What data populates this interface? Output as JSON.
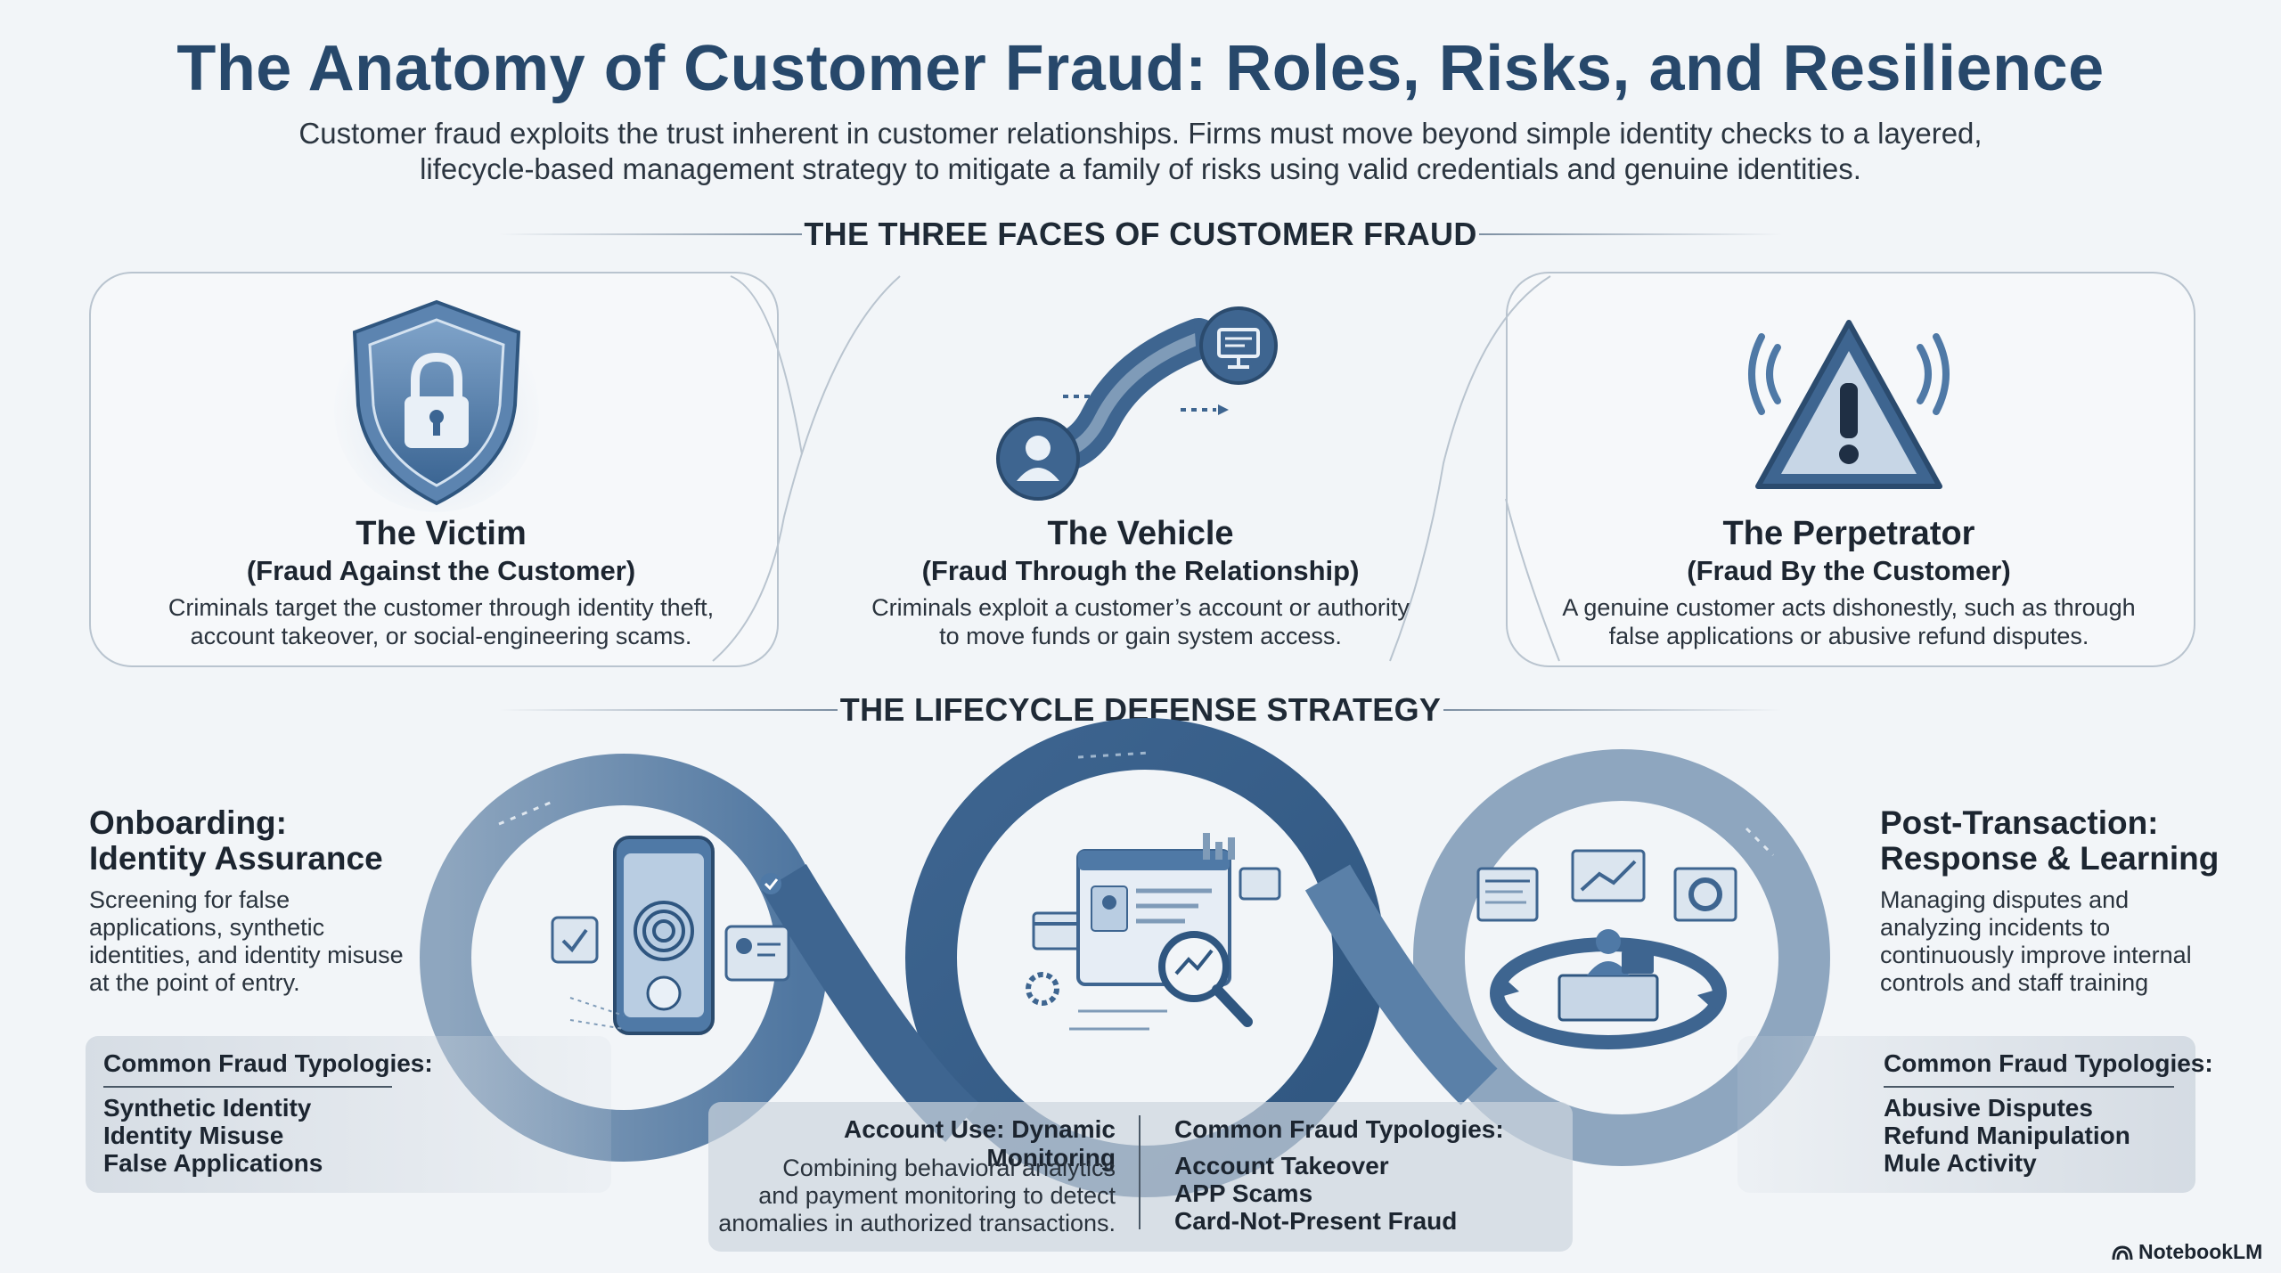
{
  "title": "The Anatomy of Customer Fraud: Roles, Risks, and Resilience",
  "subtitle_line1": "Customer fraud exploits the trust inherent in customer relationships. Firms must move beyond simple identity checks to a layered,",
  "subtitle_line2": "lifecycle-based management strategy to mitigate a family of risks using valid credentials and genuine identities.",
  "faces": {
    "heading": "THE THREE FACES OF CUSTOMER FRAUD",
    "victim": {
      "title": "The Victim",
      "subtitle": "(Fraud Against the Customer)",
      "desc_line1": "Criminals target the customer through identity theft,",
      "desc_line2": "account takeover, or social-engineering scams.",
      "icon": "shield-lock-icon"
    },
    "vehicle": {
      "title": "The Vehicle",
      "subtitle": "(Fraud Through the Relationship)",
      "desc_line1": "Criminals exploit a customer’s account or authority",
      "desc_line2": "to move funds or gain system access.",
      "icon": "person-path-terminal-icon"
    },
    "perpetrator": {
      "title": "The Perpetrator",
      "subtitle": "(Fraud By the Customer)",
      "desc_line1": "A genuine customer acts dishonestly, such as through",
      "desc_line2": "false applications or abusive refund disputes.",
      "icon": "warning-triangle-icon"
    }
  },
  "lifecycle": {
    "heading": "THE LIFECYCLE DEFENSE STRATEGY",
    "onboarding": {
      "title_line1": "Onboarding:",
      "title_line2": "Identity Assurance",
      "desc": [
        "Screening for false",
        "applications, synthetic",
        "identities, and identity misuse",
        "at the point of entry."
      ],
      "typologies_heading": "Common Fraud Typologies:",
      "typologies": [
        "Synthetic Identity",
        "Identity Misuse",
        "False Applications"
      ]
    },
    "account_use": {
      "title": "Account Use: Dynamic Monitoring",
      "desc": [
        "Combining behavioral analytics",
        "and payment monitoring to detect",
        "anomalies in authorized transactions."
      ],
      "typologies_heading": "Common Fraud Typologies:",
      "typologies": [
        "Account Takeover",
        "APP Scams",
        "Card-Not-Present Fraud"
      ]
    },
    "post_transaction": {
      "title_line1": "Post-Transaction:",
      "title_line2": "Response & Learning",
      "desc": [
        "Managing disputes and",
        "analyzing incidents to",
        "continuously improve internal",
        "controls and staff training"
      ],
      "typologies_heading": "Common Fraud Typologies:",
      "typologies": [
        "Abusive Disputes",
        "Refund Manipulation",
        "Mule Activity"
      ]
    }
  },
  "footer": {
    "brand": "NotebookLM"
  },
  "colors": {
    "title": "#27486b",
    "ribbon_dark": "#3e6590",
    "ribbon_mid": "#7f9bb8",
    "ribbon_light": "#a9b9c9",
    "icon_blue": "#4f79a6"
  }
}
